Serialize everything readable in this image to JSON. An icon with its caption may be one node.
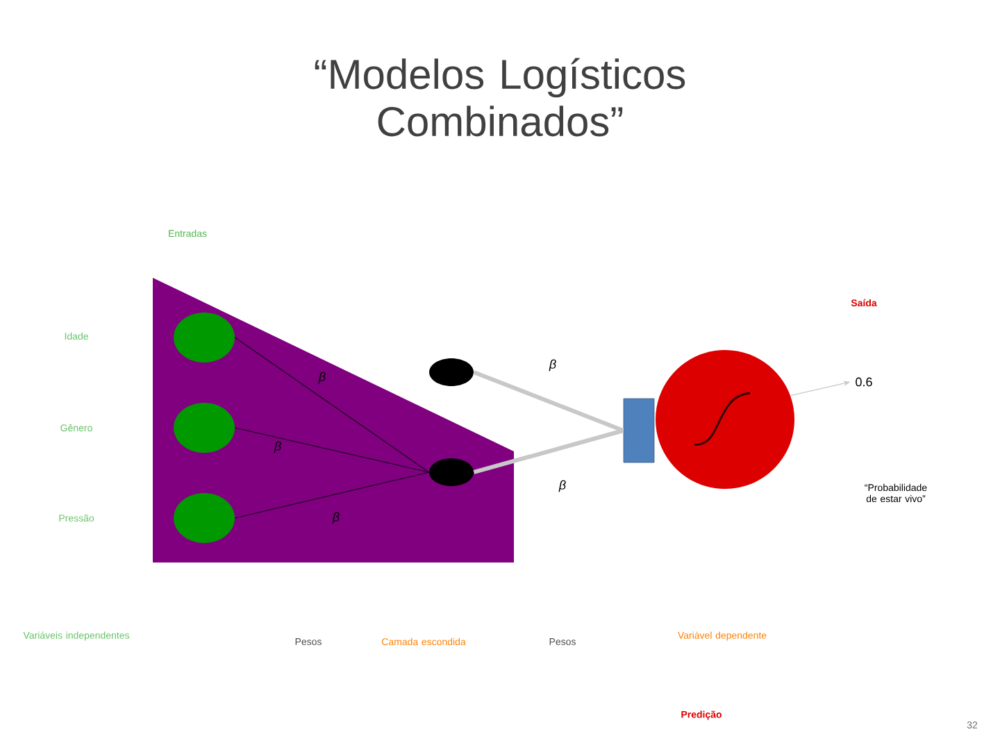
{
  "diagram": {
    "title": "“Modelos Logísticos Combinados”",
    "nodes": [
      {
        "text": [],
        "shape": "box"
      },
      {
        "text": [],
        "shape": "circle",
        "in": 0
      },
      {
        "text": [],
        "shape": "circle",
        "in": 0
      },
      {
        "text": [],
        "shape": "circle",
        "in": 0
      },
      {
        "text": [],
        "shape": "circle"
      },
      {
        "text": [],
        "shape": "circle",
        "in": 0
      },
      {
        "text": [],
        "shape": "box"
      },
      {
        "text": [],
        "shape": "circle"
      },
      {
        "text": [
          "0.6"
        ]
      }
    ],
    "edges": [
      {
        "from": 1,
        "to": 5,
        "arrow": "none",
        "label": "β"
      },
      {
        "from": 2,
        "to": 5,
        "arrow": "none",
        "label": "β"
      },
      {
        "from": 3,
        "to": 5,
        "arrow": "none",
        "label": "β"
      },
      {
        "from": 4,
        "to": 6,
        "arrow": "none",
        "label": "β",
        "color": "#c8c8c8",
        "style": "thick"
      },
      {
        "from": 5,
        "to": 6,
        "arrow": "none",
        "label": "β",
        "color": "#c8c8c8",
        "style": "thick"
      },
      {
        "from": 7,
        "to": 8,
        "arrow": "to",
        "color": "#c8c8c8"
      }
    ],
    "labels": [
      "Entradas",
      "Idade",
      "Gênero",
      "Pressão",
      "Saída",
      "“Probabilidade de estar vivo”",
      "Variáveis independentes",
      "Pesos",
      "Camada escondida",
      "Pesos",
      "Variável dependente",
      "Predição",
      "32"
    ]
  }
}
